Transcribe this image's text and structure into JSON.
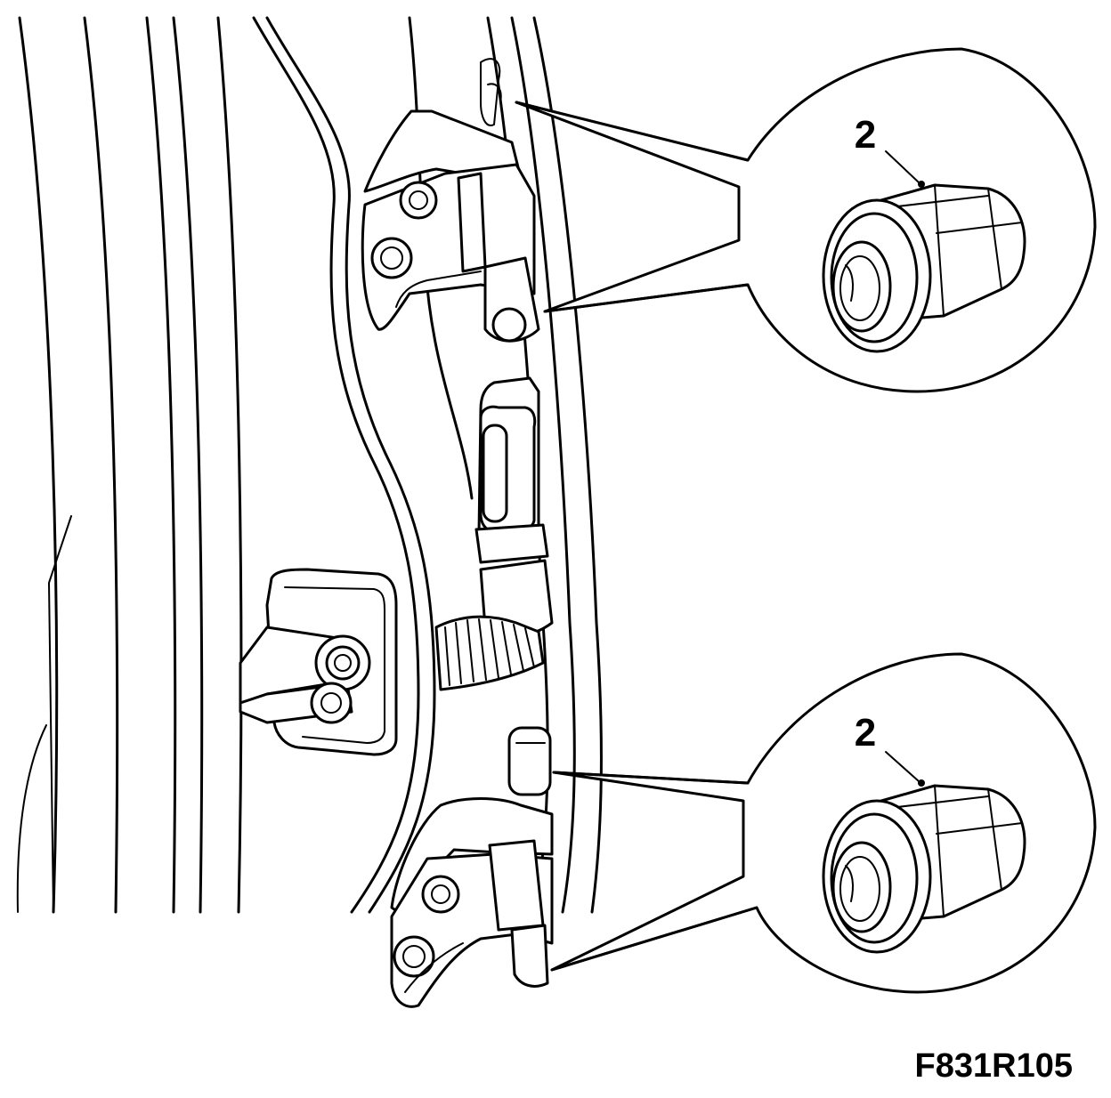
{
  "figure": {
    "code": "F831R105",
    "callouts": [
      {
        "label": "2",
        "part": "hinge-nut"
      },
      {
        "label": "2",
        "part": "hinge-nut"
      }
    ]
  },
  "colors": {
    "line": "#000000",
    "background": "#ffffff"
  }
}
